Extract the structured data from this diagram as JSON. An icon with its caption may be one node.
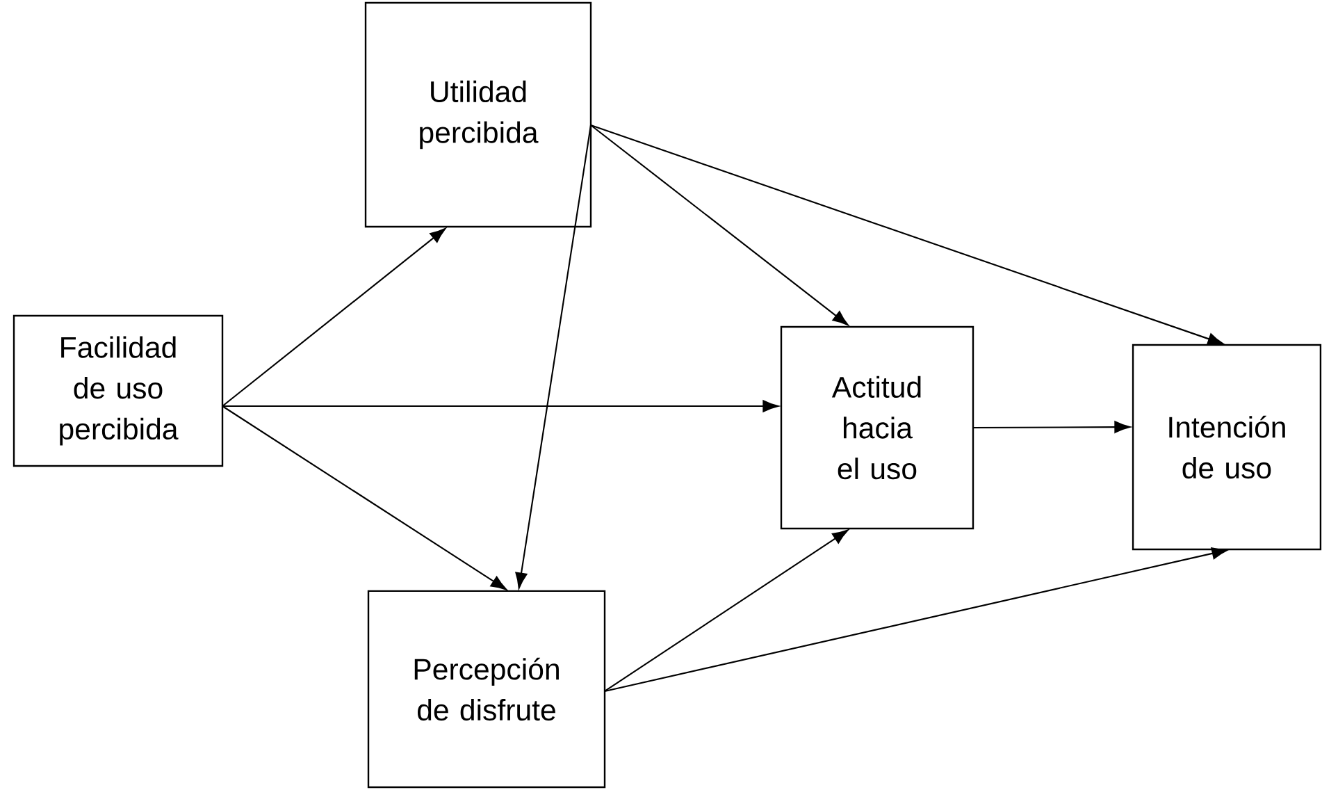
{
  "diagram": {
    "nodes": [
      {
        "text": [
          "Facilidad de uso percibida"
        ]
      },
      {
        "text": [
          "Utilidad percibida"
        ]
      },
      {
        "text": [
          "Percepción de disfrute"
        ]
      },
      {
        "text": [
          "Actitud hacia el uso"
        ]
      },
      {
        "text": [
          "Intención de uso"
        ]
      }
    ],
    "edges": [
      {
        "from": 0,
        "to": 1,
        "arrow": "to"
      },
      {
        "from": 0,
        "to": 3,
        "arrow": "to"
      },
      {
        "from": 0,
        "to": 2,
        "arrow": "to"
      },
      {
        "from": 1,
        "to": 2,
        "arrow": "to"
      },
      {
        "from": 1,
        "to": 3,
        "arrow": "to"
      },
      {
        "from": 1,
        "to": 4,
        "arrow": "to"
      },
      {
        "from": 3,
        "to": 4,
        "arrow": "to"
      },
      {
        "from": 2,
        "to": 3,
        "arrow": "to"
      },
      {
        "from": 2,
        "to": 4,
        "arrow": "to"
      }
    ]
  }
}
